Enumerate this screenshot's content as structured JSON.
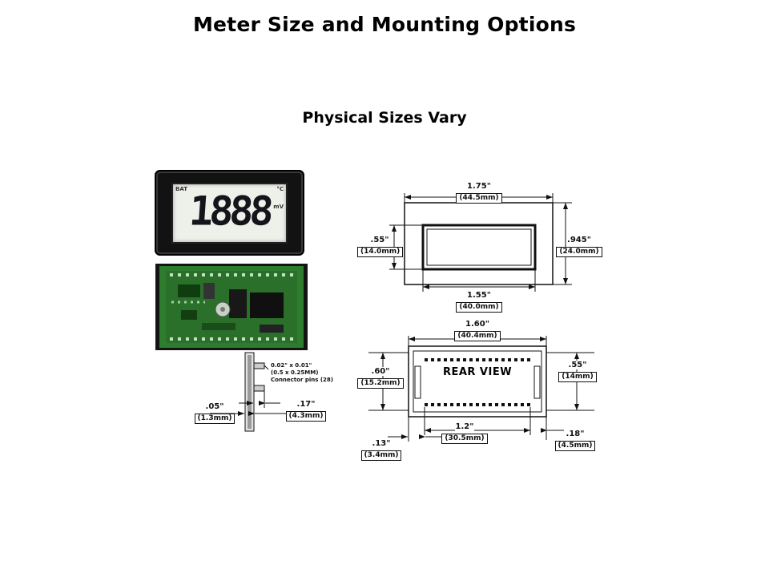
{
  "slide": {
    "title": "Meter Size and Mounting Options",
    "subtitle": "Physical Sizes Vary"
  },
  "meter": {
    "lcd_value": "1888",
    "bat": "BAT",
    "degc": "°C",
    "mv": "mV"
  },
  "side_view": {
    "note1": "0.02\" x 0.01\"",
    "note2": "(0.5 x 0.25MM)",
    "note3": "Connector pins (28)",
    "thickness_in": ".05\"",
    "thickness_mm": "(1.3mm)",
    "pin_len_in": ".17\"",
    "pin_len_mm": "(4.3mm)"
  },
  "front_view": {
    "width_in": "1.75\"",
    "width_mm": "(44.5mm)",
    "bezel_height_in": ".55\"",
    "bezel_height_mm": "(14.0mm)",
    "height_in": ".945\"",
    "height_mm": "(24.0mm)",
    "cutout_in": "1.55\"",
    "cutout_mm": "(40.0mm)"
  },
  "rear_view": {
    "label": "REAR VIEW",
    "width_in": "1.60\"",
    "width_mm": "(40.4mm)",
    "left_in": ".60\"",
    "left_mm": "(15.2mm)",
    "right_in": ".55\"",
    "right_mm": "(14mm)",
    "pins_in": "1.2\"",
    "pins_mm": "(30.5mm)",
    "offset_left_in": ".13\"",
    "offset_left_mm": "(3.4mm)",
    "offset_right_in": ".18\"",
    "offset_right_mm": "(4.5mm)"
  }
}
